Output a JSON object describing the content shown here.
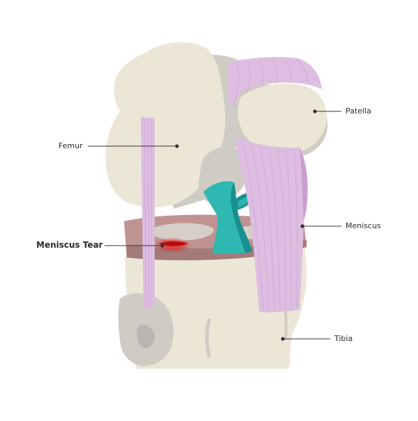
{
  "labels": {
    "femur": "Femur",
    "patella": "Patella",
    "meniscus": "Meniscus",
    "meniscus_tear": "Meniscus Tear",
    "tibia": "Tibia"
  },
  "colors": {
    "bone": "#ece6d7",
    "bone_shadow": "#cfccc4",
    "bone_dark": "#b9b7b1",
    "ligament": "#ddbde0",
    "ligament_line": "#c9a3cf",
    "ligament_dark": "#c89fcd",
    "meniscus": "#bf9392",
    "meniscus_dark": "#9e7273",
    "meniscus_top": "#d5cfc6",
    "acl": "#2fb8b2",
    "acl_dark": "#1a8f90",
    "tear": "#e2231a",
    "leader": "#333333"
  }
}
